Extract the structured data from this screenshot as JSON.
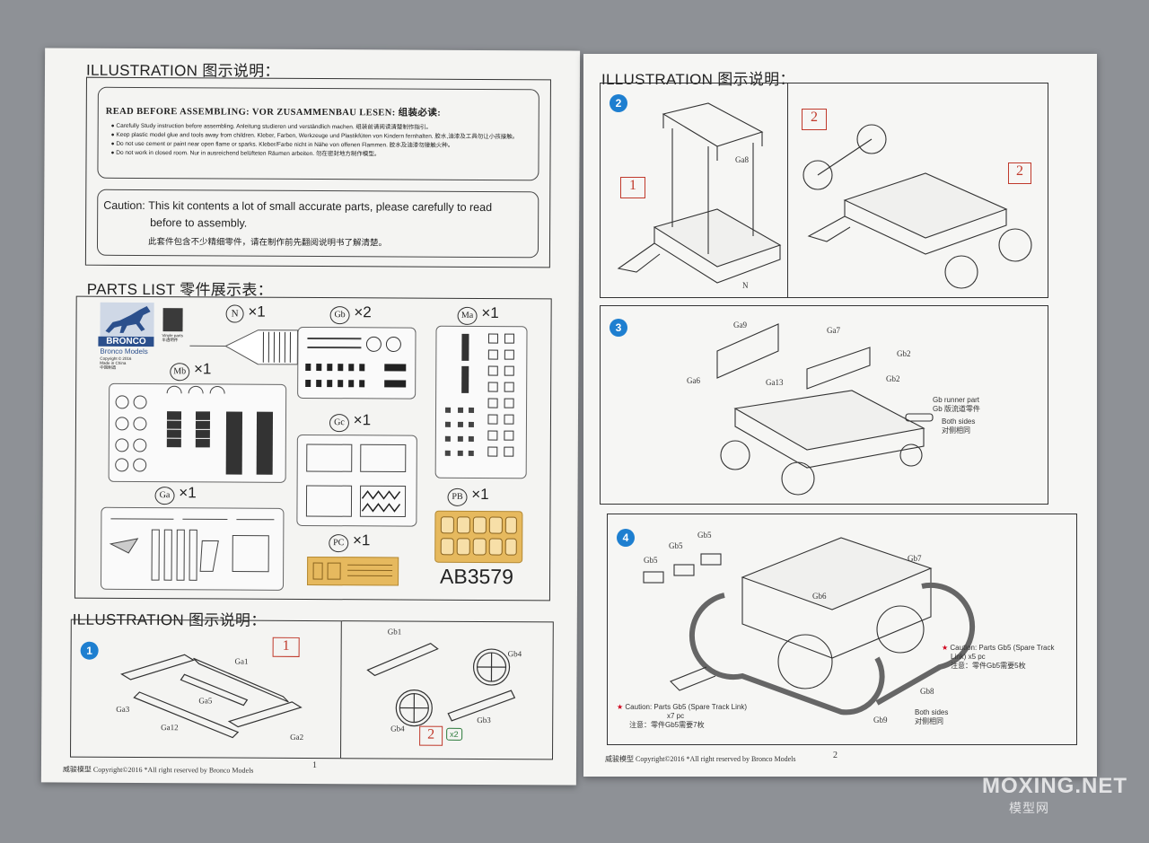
{
  "left": {
    "header_top": "ILLUSTRATION 图示说明：",
    "read_before": {
      "title": "READ BEFORE ASSEMBLING:   VOR ZUSAMMENBAU LESEN:   组装必读:",
      "items": [
        "Carefully Study instruction before assembling.   Anleitung studieren und verständlich machen.   组装前请阅读清楚制作指引。",
        "Keep plastic model glue and tools away from children.   Kleber, Farben, Werkzeuge und Plastikfüten von Kindern fernhalten.   胶水,油漆及工具勿让小孩接触。",
        "Do not use cement or paint near open flame or sparks.   Kleber/Farbe nicht in Nähe von offenen Flammen.   胶水及油漆勿接触火种。",
        "Do not work in closed room.   Nur in ausreichend belüfteten Räumen arbeiten.   勿在密封地方制作模型。"
      ]
    },
    "caution": {
      "label": "Caution:",
      "line1": "This kit contents a lot of small accurate parts, please carefully to read",
      "line2": "before to assembly.",
      "line3": "此套件包含不少精细零件，请在制作前先翻阅说明书了解清楚。"
    },
    "parts_header": "PARTS LIST 零件展示表：",
    "brand": {
      "name": "BRONCO",
      "sub": "Bronco Models",
      "copy1": "Copyright © 2016",
      "copy2": "Made in China",
      "copy3": "中国制造",
      "vinyl": "Vinyle parts\n半透明件"
    },
    "sprues": [
      {
        "id": "N",
        "count": "×1"
      },
      {
        "id": "Gb",
        "count": "×2"
      },
      {
        "id": "Ma",
        "count": "×1"
      },
      {
        "id": "Mb",
        "count": "×1"
      },
      {
        "id": "Gc",
        "count": "×1"
      },
      {
        "id": "Ga",
        "count": "×1"
      },
      {
        "id": "PB",
        "count": "×1"
      },
      {
        "id": "PC",
        "count": "×1"
      }
    ],
    "kit_code": "AB3579",
    "header_bottom": "ILLUSTRATION 图示说明：",
    "step1": {
      "num": "1",
      "labels": [
        "Ga1",
        "Ga5",
        "Ga3",
        "Ga12",
        "Ga2"
      ],
      "ref": "1",
      "sub_labels": [
        "Gb1",
        "Gb4",
        "Gb4",
        "Gb3"
      ],
      "ref2": "2",
      "mult": "x2"
    },
    "footer": "威骏模型   Copyright©2016   *All right reserved by Bronco Models",
    "page_no": "1"
  },
  "right": {
    "header": "ILLUSTRATION 图示说明：",
    "step2": {
      "num": "2",
      "ref_a": "1",
      "ref_b": "2",
      "ref_c": "2",
      "labels": [
        "Ga8",
        "N"
      ]
    },
    "step3": {
      "num": "3",
      "labels": [
        "Ga9",
        "Ga7",
        "Gb2",
        "Gb2",
        "Ga6",
        "Ga13"
      ],
      "note1": "Gb runner part",
      "note2": "Gb 版流道零件",
      "note3": "Both sides",
      "note4": "对侧相同"
    },
    "step4": {
      "num": "4",
      "labels": [
        "Gb5",
        "Gb5",
        "Gb5",
        "Gb7",
        "Gb6",
        "Gb8",
        "Gb9"
      ],
      "caution_a1": "Caution: Parts Gb5 (Spare Track",
      "caution_a2": "Link) x5 pc",
      "caution_a3": "注意：零件Gb5需要5枚",
      "caution_b1": "Caution: Parts Gb5 (Spare Track Link)",
      "caution_b2": "x7 pc",
      "caution_b3": "注意：零件Gb5需要7枚",
      "both1": "Both sides",
      "both2": "对侧相同"
    },
    "footer": "威骏模型   Copyright©2016   *All right reserved by Bronco Models",
    "page_no": "2"
  },
  "watermark": {
    "main": "MOXING.NET",
    "sub": "模型网"
  },
  "colors": {
    "step_blue": "#1e7fd0",
    "ref_red": "#c0392b",
    "pe_gold": "#e6b95e",
    "brand_blue": "#2b4f8c"
  }
}
